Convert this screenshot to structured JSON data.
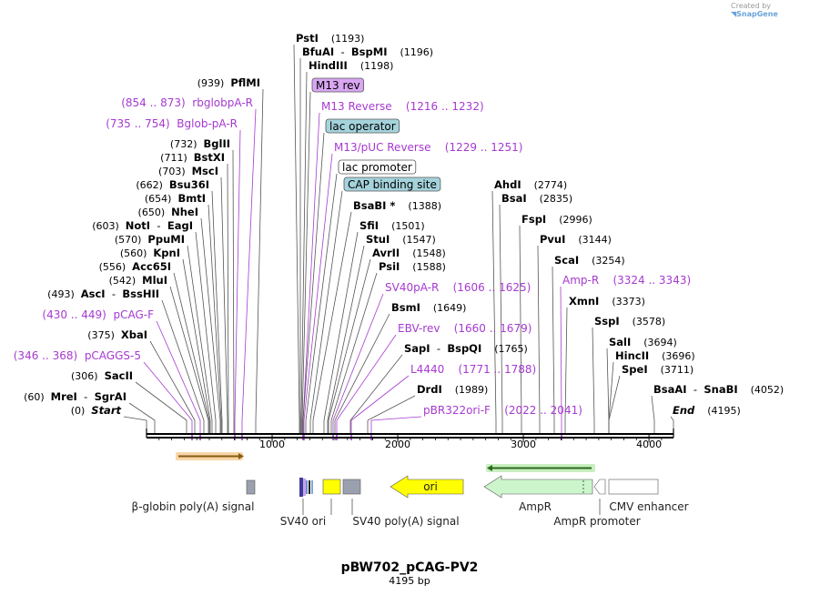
{
  "credit": {
    "prefix": "Created by",
    "brand": "SnapGene"
  },
  "title": "pBW702_pCAG-PV2",
  "subtitle": "4195 bp",
  "axis_ticks": [
    "1000",
    "2000",
    "3000",
    "4000"
  ],
  "sites": [
    {
      "pos": "(0)",
      "name": "Start",
      "italic": true
    },
    {
      "pos": "(60)",
      "name": "MreI",
      "name2": "SgrAI"
    },
    {
      "pos": "(306)",
      "name": "SacII"
    },
    {
      "pos": "(346 .. 368)",
      "name": "pCAGGS-5",
      "primer": true
    },
    {
      "pos": "(375)",
      "name": "XbaI"
    },
    {
      "pos": "(430 .. 449)",
      "name": "pCAG-F",
      "primer": true
    },
    {
      "pos": "(493)",
      "name": "AscI",
      "name2": "BssHII"
    },
    {
      "pos": "(542)",
      "name": "MluI"
    },
    {
      "pos": "(556)",
      "name": "Acc65I"
    },
    {
      "pos": "(560)",
      "name": "KpnI"
    },
    {
      "pos": "(570)",
      "name": "PpuMI"
    },
    {
      "pos": "(603)",
      "name": "NotI",
      "name2": "EagI"
    },
    {
      "pos": "(650)",
      "name": "NheI"
    },
    {
      "pos": "(654)",
      "name": "BmtI"
    },
    {
      "pos": "(662)",
      "name": "Bsu36I"
    },
    {
      "pos": "(703)",
      "name": "MscI"
    },
    {
      "pos": "(711)",
      "name": "BstXI"
    },
    {
      "pos": "(732)",
      "name": "BglII"
    },
    {
      "pos": "(735 .. 754)",
      "name": "Bglob-pA-R",
      "primer": true
    },
    {
      "pos": "(854 .. 873)",
      "name": "rbglobpA-R",
      "primer": true
    },
    {
      "pos": "(939)",
      "name": "PflMI"
    },
    {
      "pos": "(1193)",
      "name": "PstI"
    },
    {
      "pos": "(1196)",
      "name": "BfuAI",
      "name2": "BspMI"
    },
    {
      "pos": "(1198)",
      "name": "HindIII"
    },
    {
      "name": "M13 rev",
      "box": "purple"
    },
    {
      "pos": "(1216 .. 1232)",
      "name": "M13 Reverse",
      "primer": true
    },
    {
      "name": "lac operator",
      "box": "teal"
    },
    {
      "pos": "(1229 .. 1251)",
      "name": "M13/pUC Reverse",
      "primer": true
    },
    {
      "name": "lac promoter",
      "box": "white"
    },
    {
      "name": "CAP binding site",
      "box": "teal"
    },
    {
      "pos": "(1388)",
      "name": "BsaBI *"
    },
    {
      "pos": "(1501)",
      "name": "SfiI"
    },
    {
      "pos": "(1547)",
      "name": "StuI"
    },
    {
      "pos": "(1548)",
      "name": "AvrII"
    },
    {
      "pos": "(1588)",
      "name": "PsiI"
    },
    {
      "pos": "(1606 .. 1625)",
      "name": "SV40pA-R",
      "primer": true
    },
    {
      "pos": "(1649)",
      "name": "BsmI"
    },
    {
      "pos": "(1660 .. 1679)",
      "name": "EBV-rev",
      "primer": true
    },
    {
      "pos": "(1765)",
      "name": "SapI",
      "name2": "BspQI"
    },
    {
      "pos": "(1771 .. 1788)",
      "name": "L4440",
      "primer": true
    },
    {
      "pos": "(1989)",
      "name": "DrdI"
    },
    {
      "pos": "(2022 .. 2041)",
      "name": "pBR322ori-F",
      "primer": true
    },
    {
      "pos": "(2774)",
      "name": "AhdI"
    },
    {
      "pos": "(2835)",
      "name": "BsaI"
    },
    {
      "pos": "(2996)",
      "name": "FspI"
    },
    {
      "pos": "(3144)",
      "name": "PvuI"
    },
    {
      "pos": "(3254)",
      "name": "ScaI"
    },
    {
      "pos": "(3324 .. 3343)",
      "name": "Amp-R",
      "primer": true
    },
    {
      "pos": "(3373)",
      "name": "XmnI"
    },
    {
      "pos": "(3578)",
      "name": "SspI"
    },
    {
      "pos": "(3694)",
      "name": "SalI"
    },
    {
      "pos": "(3696)",
      "name": "HincII"
    },
    {
      "pos": "(3711)",
      "name": "SpeI"
    },
    {
      "pos": "(4052)",
      "name": "BsaAI",
      "name2": "SnaBI"
    },
    {
      "pos": "(4195)",
      "name": "End",
      "italic": true
    }
  ],
  "features": [
    {
      "id": "bglobin",
      "label": "β-globin poly(A) signal",
      "color": "#9aa0ae"
    },
    {
      "id": "sv40ori",
      "label": "SV40 ori",
      "color": "#3d3d9c"
    },
    {
      "id": "sv40pa",
      "label": "SV40 poly(A) signal",
      "color": "#9aa0ae"
    },
    {
      "id": "yellowbox",
      "label": "",
      "color": "#ffff00"
    },
    {
      "id": "ori",
      "label": "ori",
      "color": "#ffff00"
    },
    {
      "id": "ampr",
      "label": "AmpR",
      "color": "#ccf5cc"
    },
    {
      "id": "amprpromoter",
      "label": "AmpR promoter",
      "color": "#ffffff"
    },
    {
      "id": "cmv",
      "label": "CMV enhancer",
      "color": "#ffffff"
    }
  ],
  "colors": {
    "primer": "#a63ad0",
    "enzyme": "#000000",
    "primer_line": "#a63ad0",
    "box_purple": "#d9a6f2",
    "box_teal": "#a5d3dc"
  }
}
